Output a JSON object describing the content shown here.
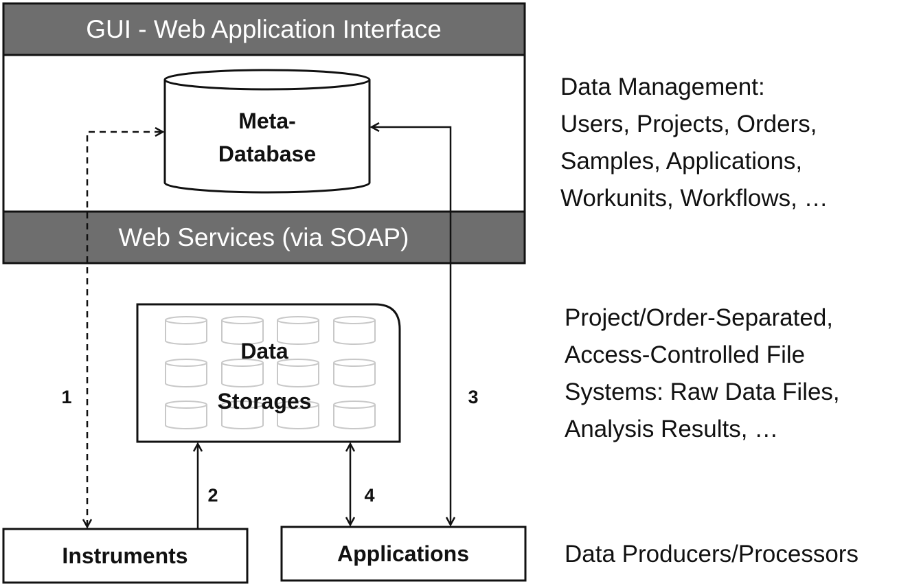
{
  "top_panel": {
    "header_label": "GUI - Web Application Interface",
    "footer_label": "Web Services (via SOAP)"
  },
  "meta_database": {
    "line1": "Meta-",
    "line2": "Database"
  },
  "data_storages": {
    "line1": "Data",
    "line2": "Storages"
  },
  "producers": {
    "instruments": "Instruments",
    "applications": "Applications"
  },
  "connections": {
    "c1": "1",
    "c2": "2",
    "c3": "3",
    "c4": "4"
  },
  "annotations": {
    "data_management": [
      "Data Management:",
      "Users, Projects, Orders,",
      "Samples, Applications,",
      "Workunits, Workflows, …"
    ],
    "file_systems": [
      "Project/Order-Separated,",
      "Access-Controlled File",
      "Systems: Raw Data Files,",
      "Analysis Results, …"
    ],
    "producers_processors": "Data Producers/Processors"
  },
  "colors": {
    "bar_fill": "#6e6e6e",
    "stroke": "#111111",
    "mini_cylinder": "#c8c8c8"
  }
}
